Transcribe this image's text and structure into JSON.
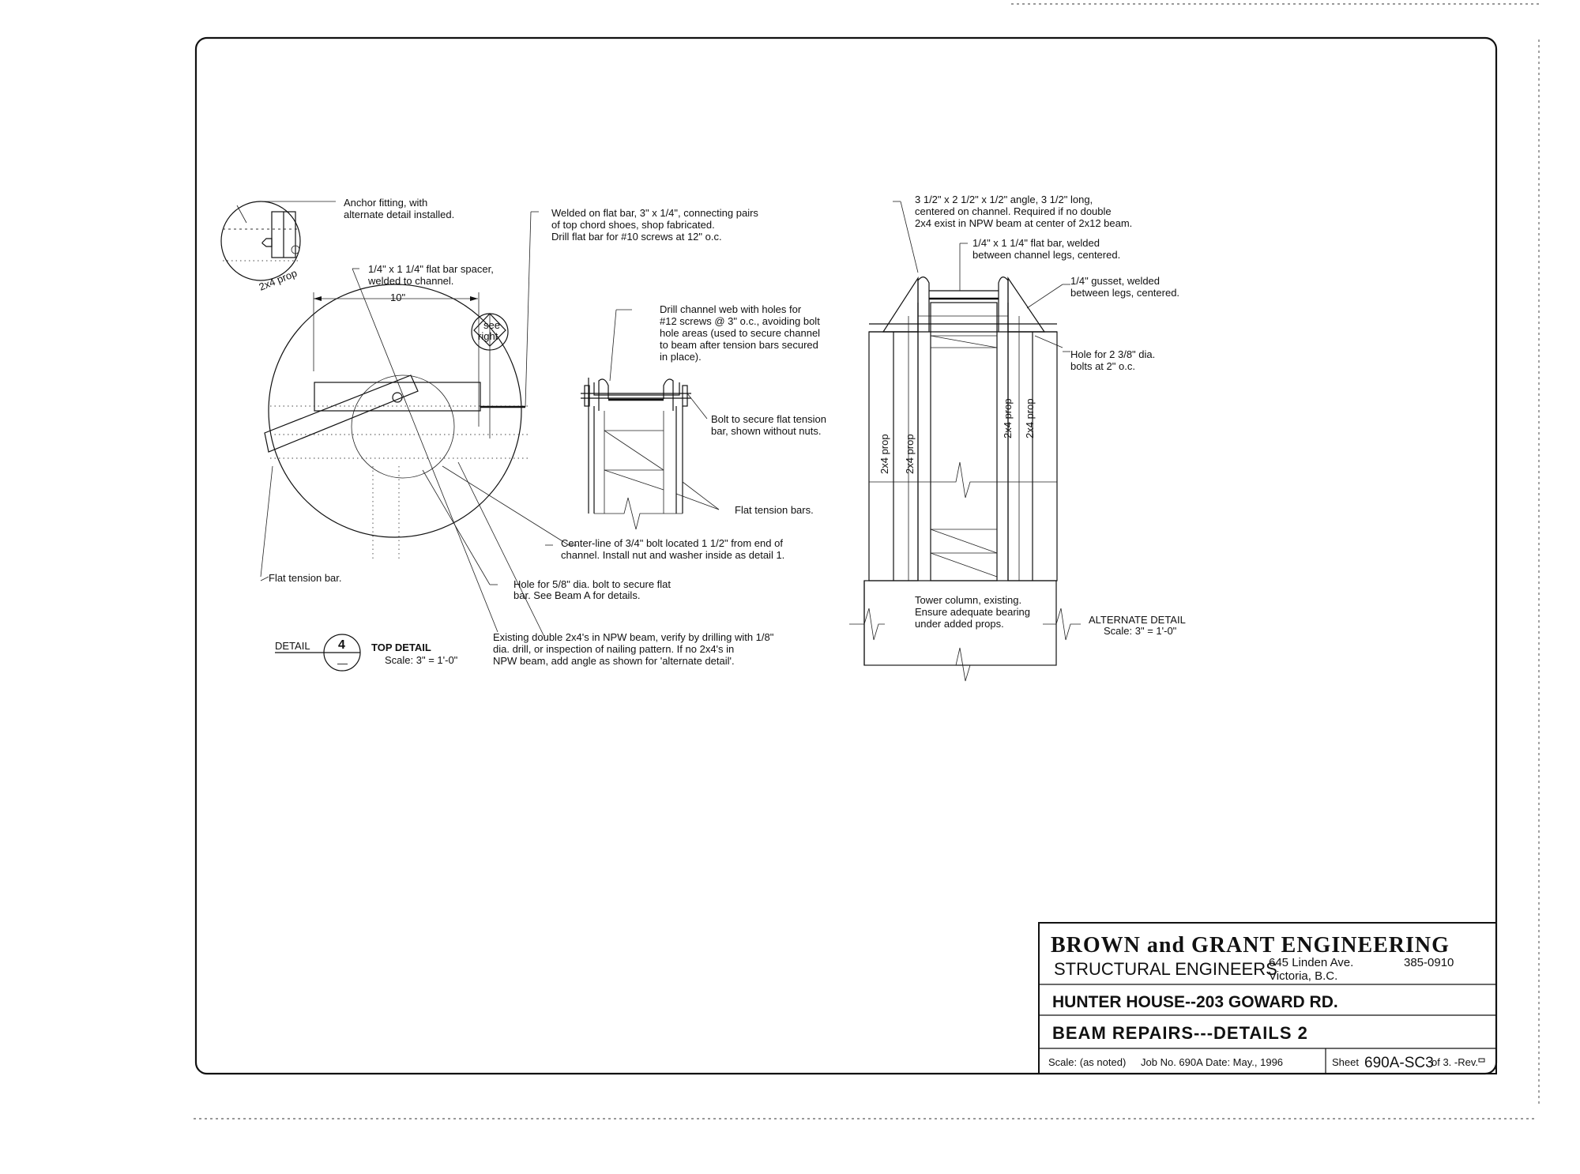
{
  "title_block": {
    "firm": "BROWN and GRANT ENGINEERING",
    "discipline": "STRUCTURAL ENGINEERS",
    "address_line1": "645 Linden Ave.",
    "address_line2": "Victoria, B.C.",
    "phone": "385-0910",
    "project": "HUNTER HOUSE--203 GOWARD RD.",
    "drawing_title": "BEAM REPAIRS---DETAILS 2",
    "scale": "Scale: (as noted)",
    "job": "Job No. 690A",
    "date": "Date: May., 1996",
    "sheet_label": "Sheet",
    "sheet_no": "690A-SC3",
    "sheet_of": "of 3. -Rev."
  },
  "detail_left": {
    "detail_word": "DETAIL",
    "number": "4",
    "sub": "—",
    "title": "TOP DETAIL",
    "scale": "Scale: 3\" = 1'-0\"",
    "inset_label": "2x4 prop",
    "see_right_1": "see",
    "see_right_2": "right",
    "dim_10": "10\"",
    "notes": {
      "anchor_1": "Anchor fitting, with",
      "anchor_2": "alternate detail installed.",
      "spacer_1": "1/4\" x 1 1/4\" flat bar spacer,",
      "spacer_2": "welded to channel.",
      "flat_tension": "Flat tension bar.",
      "hole_1": "Hole for 5/8\" dia. bolt to secure flat",
      "hole_2": "bar. See Beam A for details.",
      "existing_1": "Existing double 2x4's in NPW beam, verify by drilling with 1/8\"",
      "existing_2": "dia. drill, or inspection of nailing pattern. If no 2x4's in",
      "existing_3": "NPW beam, add angle as shown for 'alternate detail'."
    }
  },
  "detail_middle": {
    "welded_1": "Welded on flat bar, 3\" x 1/4\", connecting pairs",
    "welded_2": "of top chord shoes, shop fabricated.",
    "welded_3": "Drill flat bar for #10 screws at 12\" o.c.",
    "drill_1": "Drill channel web with holes for",
    "drill_2": "#12 screws @ 3\" o.c., avoiding bolt",
    "drill_3": "hole areas (used to secure channel",
    "drill_4": "to beam after tension bars secured",
    "drill_5": "in place).",
    "bolt_1": "Bolt to secure flat tension",
    "bolt_2": "bar, shown without nuts.",
    "flat_bars": "Flat tension bars.",
    "center_1": "Center-line of 3/4\" bolt located 1 1/2\" from end of",
    "center_2": "channel. Install nut and washer inside as detail 1."
  },
  "detail_right": {
    "angle_1": "3 1/2\" x 2 1/2\" x 1/2\" angle, 3 1/2\" long,",
    "angle_2": "centered on channel. Required if no double",
    "angle_3": "2x4 exist in NPW beam at center of 2x12 beam.",
    "flatbar_1": "1/4\" x 1 1/4\" flat bar, welded",
    "flatbar_2": "between channel legs, centered.",
    "gusset_1": "1/4\" gusset, welded",
    "gusset_2": "between legs, centered.",
    "hole_1": "Hole for 2 3/8\" dia.",
    "hole_2": "bolts at 2\" o.c.",
    "prop": "2x4 prop",
    "tower_1": "Tower column, existing.",
    "tower_2": "Ensure adequate bearing",
    "tower_3": "under added props.",
    "alt_title": "ALTERNATE DETAIL",
    "alt_scale": "Scale: 3\" = 1'-0\""
  }
}
